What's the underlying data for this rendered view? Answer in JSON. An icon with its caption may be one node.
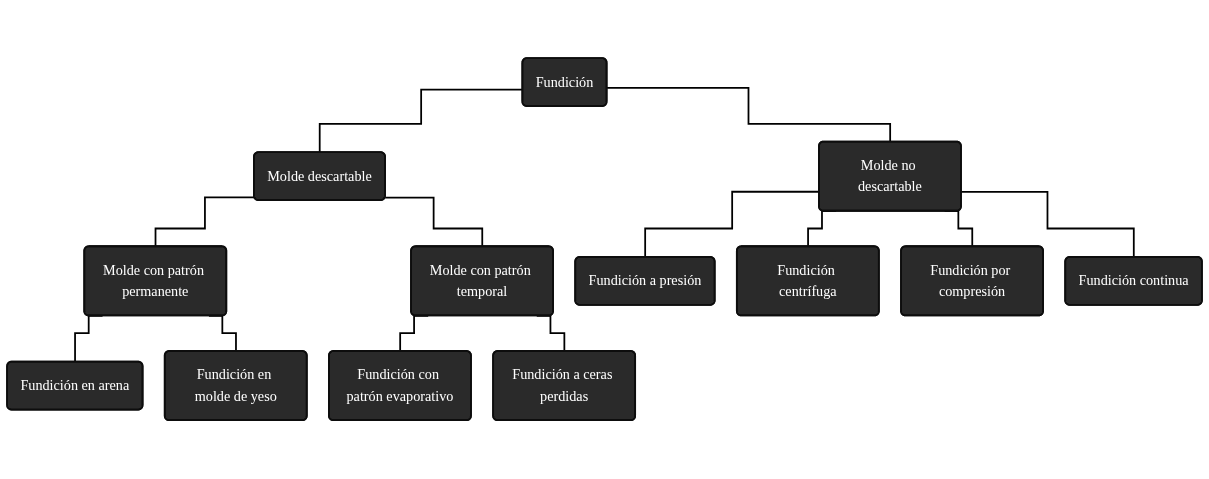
{
  "diagram": {
    "nodes": [
      {
        "text": [
          "Fundición"
        ]
      },
      {
        "text": [
          "Molde descartable"
        ]
      },
      {
        "text": [
          "Molde no descartable"
        ]
      },
      {
        "text": [
          "Molde con patrón permanente"
        ]
      },
      {
        "text": [
          "Molde con patrón temporal"
        ]
      },
      {
        "text": [
          "Fundición a presión"
        ]
      },
      {
        "text": [
          "Fundición centrífuga"
        ]
      },
      {
        "text": [
          "Fundición por compresión"
        ]
      },
      {
        "text": [
          "Fundición continua"
        ]
      },
      {
        "text": [
          "Fundición en arena"
        ]
      },
      {
        "text": [
          "Fundición en molde de yeso"
        ]
      },
      {
        "text": [
          "Fundición con patrón evaporativo"
        ]
      },
      {
        "text": [
          "Fundición a ceras perdidas"
        ]
      }
    ],
    "edges": [
      {
        "from": 0,
        "to": 1,
        "arrow": "none"
      },
      {
        "from": 0,
        "to": 2,
        "arrow": "none"
      },
      {
        "from": 1,
        "to": 3,
        "arrow": "none"
      },
      {
        "from": 1,
        "to": 4,
        "arrow": "none"
      },
      {
        "from": 3,
        "to": 9,
        "arrow": "none"
      },
      {
        "from": 3,
        "to": 10,
        "arrow": "none"
      },
      {
        "from": 4,
        "to": 11,
        "arrow": "none"
      },
      {
        "from": 4,
        "to": 12,
        "arrow": "none"
      },
      {
        "from": 2,
        "to": 5,
        "arrow": "none"
      },
      {
        "from": 2,
        "to": 6,
        "arrow": "none"
      },
      {
        "from": 2,
        "to": 7,
        "arrow": "none"
      },
      {
        "from": 2,
        "to": 8,
        "arrow": "none"
      }
    ]
  }
}
